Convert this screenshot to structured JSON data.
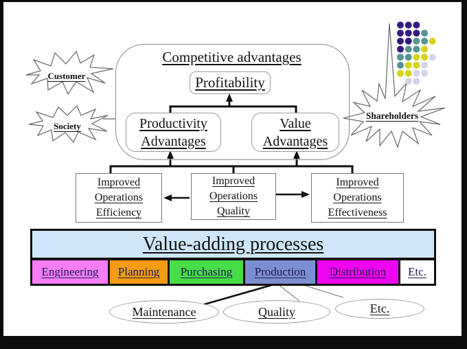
{
  "stakeholders": {
    "customer": "Customer",
    "society": "Society",
    "shareholders": "Shareholders"
  },
  "competitive": {
    "title": "Competitive advantages",
    "profitability": "Profitability",
    "productivity_lines": [
      "Productivity",
      "Advantages"
    ],
    "value_lines": [
      "Value",
      "Advantages"
    ]
  },
  "operations": {
    "efficiency_lines": [
      "Improved",
      "Operations",
      "Efficiency"
    ],
    "quality_lines": [
      "Improved",
      "Operations",
      "Quality"
    ],
    "effectiveness_lines": [
      "Improved",
      "Operations",
      "Effectiveness"
    ]
  },
  "value_adding": {
    "title": "Value-adding processes",
    "bar_color": "#cee7f8",
    "processes": [
      {
        "label": "Engineering",
        "color": "#f67df6"
      },
      {
        "label": "Planning",
        "color": "#f59b10"
      },
      {
        "label": "Purchasing",
        "color": "#47dd47"
      },
      {
        "label": "Production",
        "color": "#7b8ed2"
      },
      {
        "label": "Distribution",
        "color": "#ef04ef"
      },
      {
        "label": "Etc.",
        "color": "#ffffff"
      }
    ]
  },
  "sub_processes": [
    "Maintenance",
    "Quality",
    "Etc."
  ],
  "decoration": {
    "dot_grid": {
      "palette": {
        "P": "#331a80",
        "T": "#549595",
        "Y": "#d4d41a",
        "L": "#d3d3e8"
      },
      "rows": [
        "PPP..",
        "PPPT.",
        "PPTTY",
        "PTTY.",
        "TTYYL",
        "TYYL.",
        "YYLL.",
        ".LL.."
      ]
    }
  }
}
